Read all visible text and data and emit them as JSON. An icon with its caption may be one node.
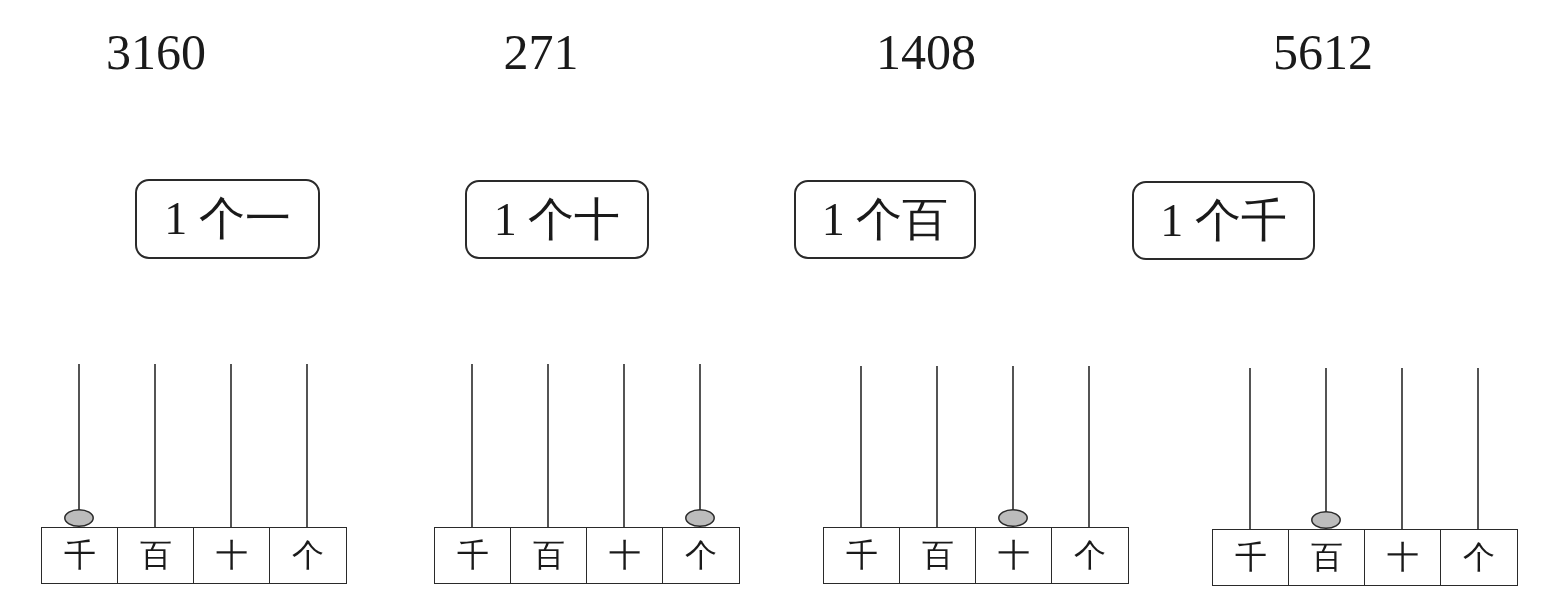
{
  "diagram": {
    "nodes": [
      {
        "text": [
          "1 个一"
        ]
      },
      {
        "text": [
          "1 个十"
        ]
      },
      {
        "text": [
          "1 个百"
        ]
      },
      {
        "text": [
          "1 个千"
        ]
      },
      {
        "text": [],
        "shape": "circle"
      },
      {
        "text": [
          "千"
        ]
      },
      {
        "text": [
          "百"
        ]
      },
      {
        "text": [
          "十"
        ]
      },
      {
        "text": [
          "个"
        ]
      },
      {
        "text": [],
        "shape": "circle"
      },
      {
        "text": [
          "千"
        ]
      },
      {
        "text": [
          "百"
        ]
      },
      {
        "text": [
          "十"
        ]
      },
      {
        "text": [
          "个"
        ]
      },
      {
        "text": [],
        "shape": "circle"
      },
      {
        "text": [
          "千"
        ]
      },
      {
        "text": [
          "百"
        ]
      },
      {
        "text": [
          "十"
        ]
      },
      {
        "text": [
          "个"
        ]
      },
      {
        "text": [],
        "shape": "circle"
      },
      {
        "text": [
          "千"
        ]
      },
      {
        "text": [
          "百"
        ]
      },
      {
        "text": [
          "十"
        ]
      },
      {
        "text": [
          "个"
        ]
      }
    ],
    "labels": [
      "3160",
      "271",
      "1408",
      "5612"
    ]
  }
}
